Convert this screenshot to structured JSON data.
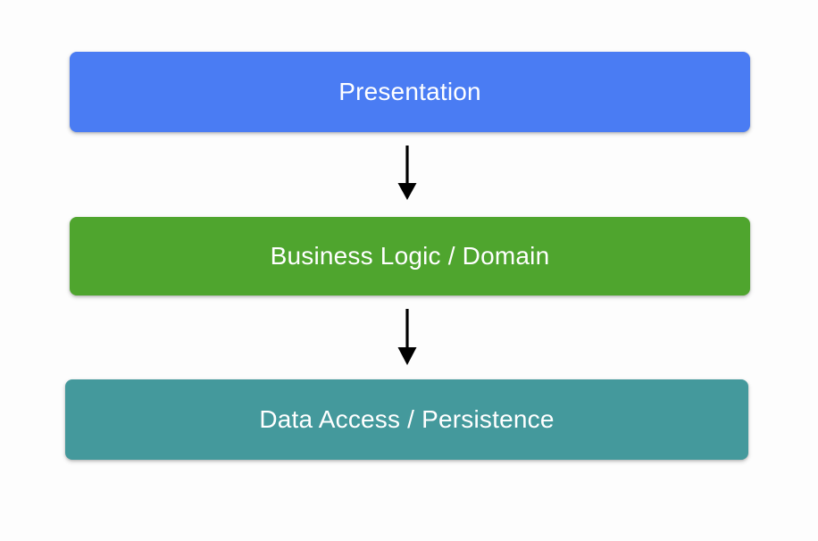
{
  "diagram": {
    "type": "layered-architecture",
    "title": "",
    "background_color": "#fdfdfd",
    "text_color": "#ffffff",
    "layers": [
      {
        "id": "presentation",
        "label": "Presentation",
        "color": "#4a7cf3",
        "order": 1
      },
      {
        "id": "business",
        "label": "Business Logic / Domain",
        "color": "#4fa52e",
        "order": 2
      },
      {
        "id": "data",
        "label": "Data Access / Persistence",
        "color": "#44999c",
        "order": 3
      }
    ],
    "connectors": [
      {
        "id": "presentation-to-business",
        "icon": "down-arrow-icon",
        "from": "presentation",
        "to": "business",
        "color": "#000000"
      },
      {
        "id": "business-to-data",
        "icon": "down-arrow-icon",
        "from": "business",
        "to": "data",
        "color": "#000000"
      }
    ]
  }
}
